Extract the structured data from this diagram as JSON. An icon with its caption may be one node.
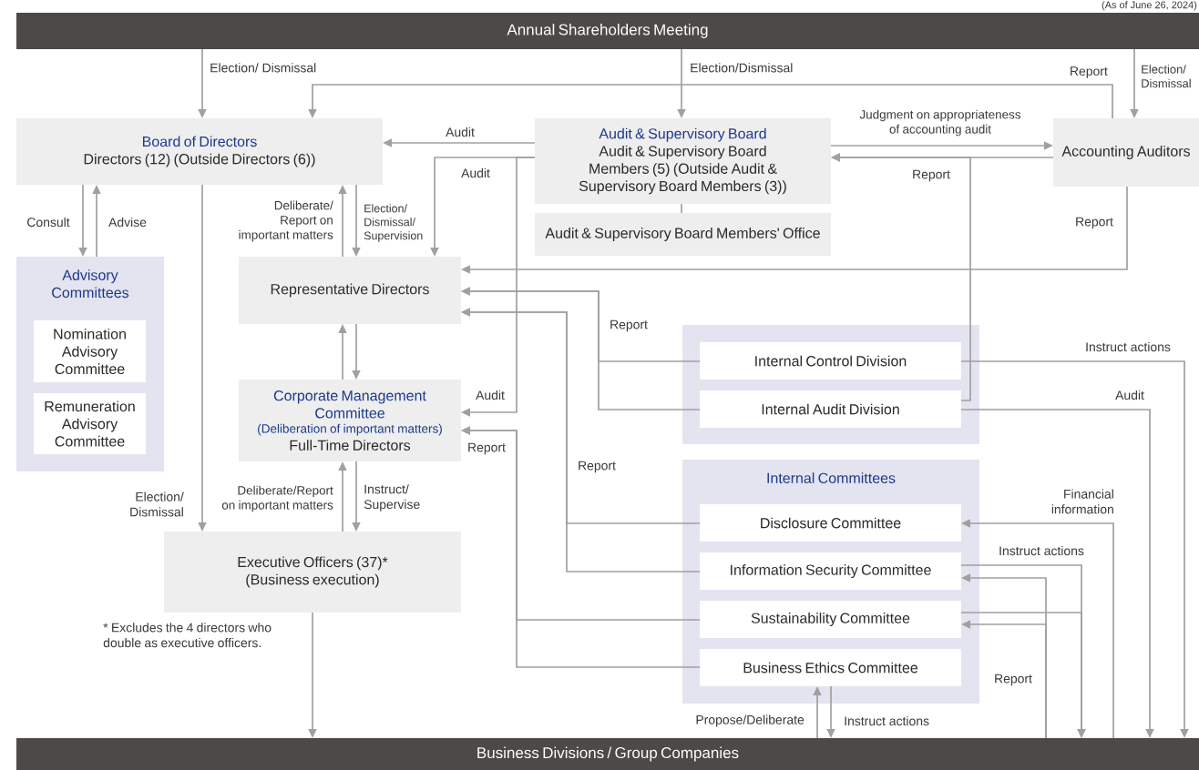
{
  "diagram": {
    "nodes": [
      {
        "text": [
          "Annual Shareholders Meeting"
        ]
      },
      {
        "text": [
          "Board of Directors",
          "Directors (12) (Outside Directors (6))"
        ]
      },
      {
        "text": [
          "Audit & Supervisory Board",
          "Audit & Supervisory Board Members (5) (Outside Audit & Supervisory Board Members (3))"
        ]
      },
      {
        "text": [
          "Audit & Supervisory Board Members' Office"
        ]
      },
      {
        "text": [
          "Accounting Auditors"
        ]
      },
      {
        "text": [
          "Advisory Committees"
        ]
      },
      {
        "text": [
          "Nomination Advisory Committee"
        ],
        "in": 5
      },
      {
        "text": [
          "Remuneration Advisory Committee"
        ],
        "in": 5
      },
      {
        "text": [
          "Representative Directors"
        ]
      },
      {
        "text": [
          "Corporate Management Committee",
          "(Deliberation of important matters)",
          "Full-Time Directors"
        ]
      },
      {
        "text": [
          "Executive Officers (37)*",
          "(Business execution)"
        ]
      },
      {
        "text": [],
        "shape": "box"
      },
      {
        "text": [
          "Internal Control Division"
        ],
        "in": 11
      },
      {
        "text": [
          "Internal Audit Division"
        ],
        "in": 11
      },
      {
        "text": [
          "Internal Committees"
        ]
      },
      {
        "text": [
          "Disclosure Committee"
        ],
        "in": 14
      },
      {
        "text": [
          "Information Security Committee"
        ],
        "in": 14
      },
      {
        "text": [
          "Sustainability Committee"
        ],
        "in": 14
      },
      {
        "text": [
          "Business Ethics Committee"
        ],
        "in": 14
      },
      {
        "text": [
          "Business Divisions / Group Companies"
        ]
      }
    ],
    "edges": [
      {
        "from": 0,
        "to": 1,
        "arrow": "to",
        "label": "Election/ Dismissal"
      },
      {
        "from": 0,
        "to": 2,
        "arrow": "to",
        "label": "Election/Dismissal"
      },
      {
        "from": 0,
        "to": 4,
        "arrow": "to",
        "label": "Election/ Dismissal"
      },
      {
        "from": 4,
        "to": 1,
        "arrow": "to",
        "label": "Report"
      },
      {
        "from": 2,
        "to": 1,
        "arrow": "to",
        "label": "Audit"
      },
      {
        "from": 2,
        "to": 8,
        "arrow": "to",
        "label": "Audit"
      },
      {
        "from": 2,
        "to": 9,
        "arrow": "to",
        "label": "Audit"
      },
      {
        "from": 2,
        "to": 4,
        "arrow": "to",
        "label": "Judgment on appropriateness of accounting audit"
      },
      {
        "from": 4,
        "to": 2,
        "arrow": "to",
        "label": "Report"
      },
      {
        "from": 2,
        "to": 3,
        "arrow": "none"
      },
      {
        "from": 1,
        "to": 5,
        "arrow": "to",
        "label": "Consult"
      },
      {
        "from": 5,
        "to": 1,
        "arrow": "to",
        "label": "Advise"
      },
      {
        "from": 1,
        "to": 10,
        "arrow": "to",
        "label": "Election/ Dismissal"
      },
      {
        "from": 8,
        "to": 1,
        "arrow": "to",
        "label": "Deliberate/ Report on important matters"
      },
      {
        "from": 1,
        "to": 8,
        "arrow": "to",
        "label": "Election/ Dismissal/ Supervision"
      },
      {
        "from": 9,
        "to": 8,
        "arrow": "to"
      },
      {
        "from": 8,
        "to": 9,
        "arrow": "to"
      },
      {
        "from": 10,
        "to": 9,
        "arrow": "to",
        "label": "Deliberate/Report on important matters"
      },
      {
        "from": 9,
        "to": 10,
        "arrow": "to",
        "label": "Instruct/ Supervise"
      },
      {
        "from": 4,
        "to": 8,
        "arrow": "to",
        "label": "Report"
      },
      {
        "from": 12,
        "to": 8,
        "arrow": "to",
        "label": "Report"
      },
      {
        "from": 13,
        "to": 8,
        "arrow": "to"
      },
      {
        "from": 15,
        "to": 8,
        "arrow": "to",
        "label": "Report"
      },
      {
        "from": 16,
        "to": 8,
        "arrow": "to"
      },
      {
        "from": 17,
        "to": 9,
        "arrow": "to",
        "label": "Report"
      },
      {
        "from": 18,
        "to": 9,
        "arrow": "to"
      },
      {
        "from": 12,
        "to": 19,
        "arrow": "to",
        "label": "Instruct actions"
      },
      {
        "from": 13,
        "to": 19,
        "arrow": "to",
        "label": "Audit"
      },
      {
        "from": 13,
        "to": 2,
        "arrow": "to"
      },
      {
        "from": 19,
        "to": 15,
        "arrow": "to",
        "label": "Financial information"
      },
      {
        "from": 16,
        "to": 19,
        "arrow": "to",
        "label": "Instruct actions"
      },
      {
        "from": 17,
        "to": 19,
        "arrow": "to"
      },
      {
        "from": 19,
        "to": 16,
        "arrow": "to",
        "label": "Report"
      },
      {
        "from": 19,
        "to": 17,
        "arrow": "to"
      },
      {
        "from": 19,
        "to": 18,
        "arrow": "to",
        "label": "Propose/Deliberate"
      },
      {
        "from": 18,
        "to": 19,
        "arrow": "to",
        "label": "Instruct actions"
      },
      {
        "from": 10,
        "to": 19,
        "arrow": "to"
      }
    ],
    "labels": [
      "(As of June 26, 2024)",
      "* Excludes the 4 directors who double as executive officers."
    ]
  }
}
